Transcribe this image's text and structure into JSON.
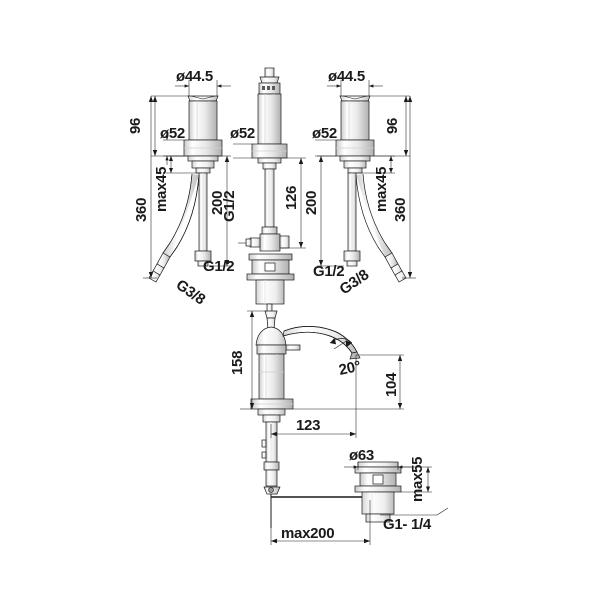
{
  "drawing": {
    "title": "Bathroom faucet technical dimension drawing",
    "type": "engineering-line-drawing",
    "background_color": "#ffffff",
    "line_color": "#1a1a1a",
    "shade_color": "#9a9a9a",
    "units": "mm"
  },
  "views": {
    "top": {
      "name": "three-hole-basin-mixer-set",
      "description": "Two handle valve assemblies with flexible G3/8 hoses and a center spout column with G1/2 inlet and mounting shank"
    },
    "bottom": {
      "name": "single-lever-basin-mixer-with-pop-up-waste",
      "description": "Single lever mixer with curved spout, 20 degree swivel and pop-up drain assembly"
    }
  },
  "dimensions": {
    "left_handle": {
      "diameter_top": "ø44.5",
      "diameter_base": "ø52",
      "height_above_deck": "96",
      "deck_thickness": "max45",
      "hose_length": "200",
      "total_height": "360",
      "outlet_thread": "G1/2",
      "hose_thread": "G3/8"
    },
    "center_spout": {
      "diameter_base": "ø52",
      "height": "126",
      "inlet_thread": "G1/2"
    },
    "right_handle": {
      "diameter_top": "ø44.5",
      "diameter_base": "ø52",
      "height_above_deck": "96",
      "deck_thickness": "max45",
      "hose_length": "200",
      "total_height": "360",
      "outlet_thread": "G1/2",
      "hose_thread": "G3/8"
    },
    "single_lever": {
      "height": "158",
      "spout_reach_height": "104",
      "swivel_angle": "20°",
      "shank_length": "123",
      "drain_diameter": "ø63",
      "drain_deck_thickness": "max55",
      "drain_thread": "G1- 1/4",
      "pull_rod_length": "max200"
    }
  },
  "labels": {
    "d445_left": "ø44.5",
    "d445_right": "ø44.5",
    "d52_left": "ø52",
    "d52_center": "ø52",
    "d52_right": "ø52",
    "h96_left": "96",
    "h96_right": "96",
    "max45_left": "max45",
    "max45_right": "max45",
    "h200_left": "200",
    "h200_right": "200",
    "h360_left": "360",
    "h360_right": "360",
    "h126_center": "126",
    "g12_center": "G1/2",
    "g12_left": "G1/2",
    "g12_right": "G1/2",
    "g38_left": "G3/8",
    "g38_right": "G3/8",
    "h158": "158",
    "h104": "104",
    "angle20": "20°",
    "len123": "123",
    "d63": "ø63",
    "max55": "max55",
    "g114": "G1- 1/4",
    "max200": "max200"
  }
}
